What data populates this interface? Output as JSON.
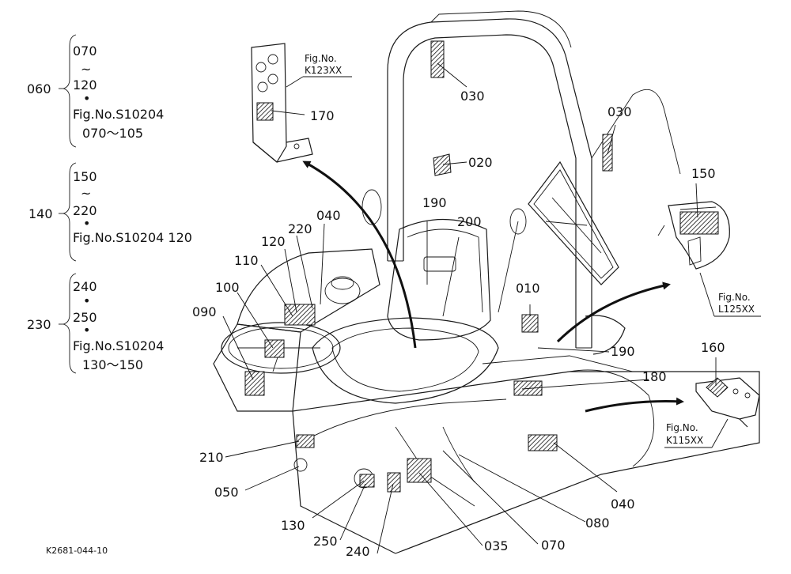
{
  "groups": [
    {
      "id": "060",
      "lines": [
        "070",
        "~",
        "120",
        "•",
        "Fig.No.S10204",
        "070～105"
      ]
    },
    {
      "id": "140",
      "lines": [
        "150",
        "~",
        "220",
        "•",
        "Fig.No.S10204  120"
      ]
    },
    {
      "id": "230",
      "lines": [
        "240",
        "•",
        "250",
        "•",
        "Fig.No.S10204",
        "130～150"
      ]
    }
  ],
  "callouts": {
    "c030a": "030",
    "c030b": "030",
    "c020": "020",
    "c170": "170",
    "c190a": "190",
    "c200": "200",
    "c010": "010",
    "c190b": "190",
    "c180": "180",
    "c150": "150",
    "c160": "160",
    "c040a": "040",
    "c220": "220",
    "c120": "120",
    "c110": "110",
    "c100": "100",
    "c090": "090",
    "c210": "210",
    "c050": "050",
    "c130": "130",
    "c250": "250",
    "c240": "240",
    "c035": "035",
    "c070": "070",
    "c080": "080",
    "c040b": "040"
  },
  "figrefs": {
    "k123": {
      "label": "Fig.No.",
      "code": "K123XX"
    },
    "l125": {
      "label": "Fig.No.",
      "code": "L125XX"
    },
    "k115": {
      "label": "Fig.No.",
      "code": "K115XX"
    }
  },
  "footer": {
    "code": "K2681-044-10"
  }
}
